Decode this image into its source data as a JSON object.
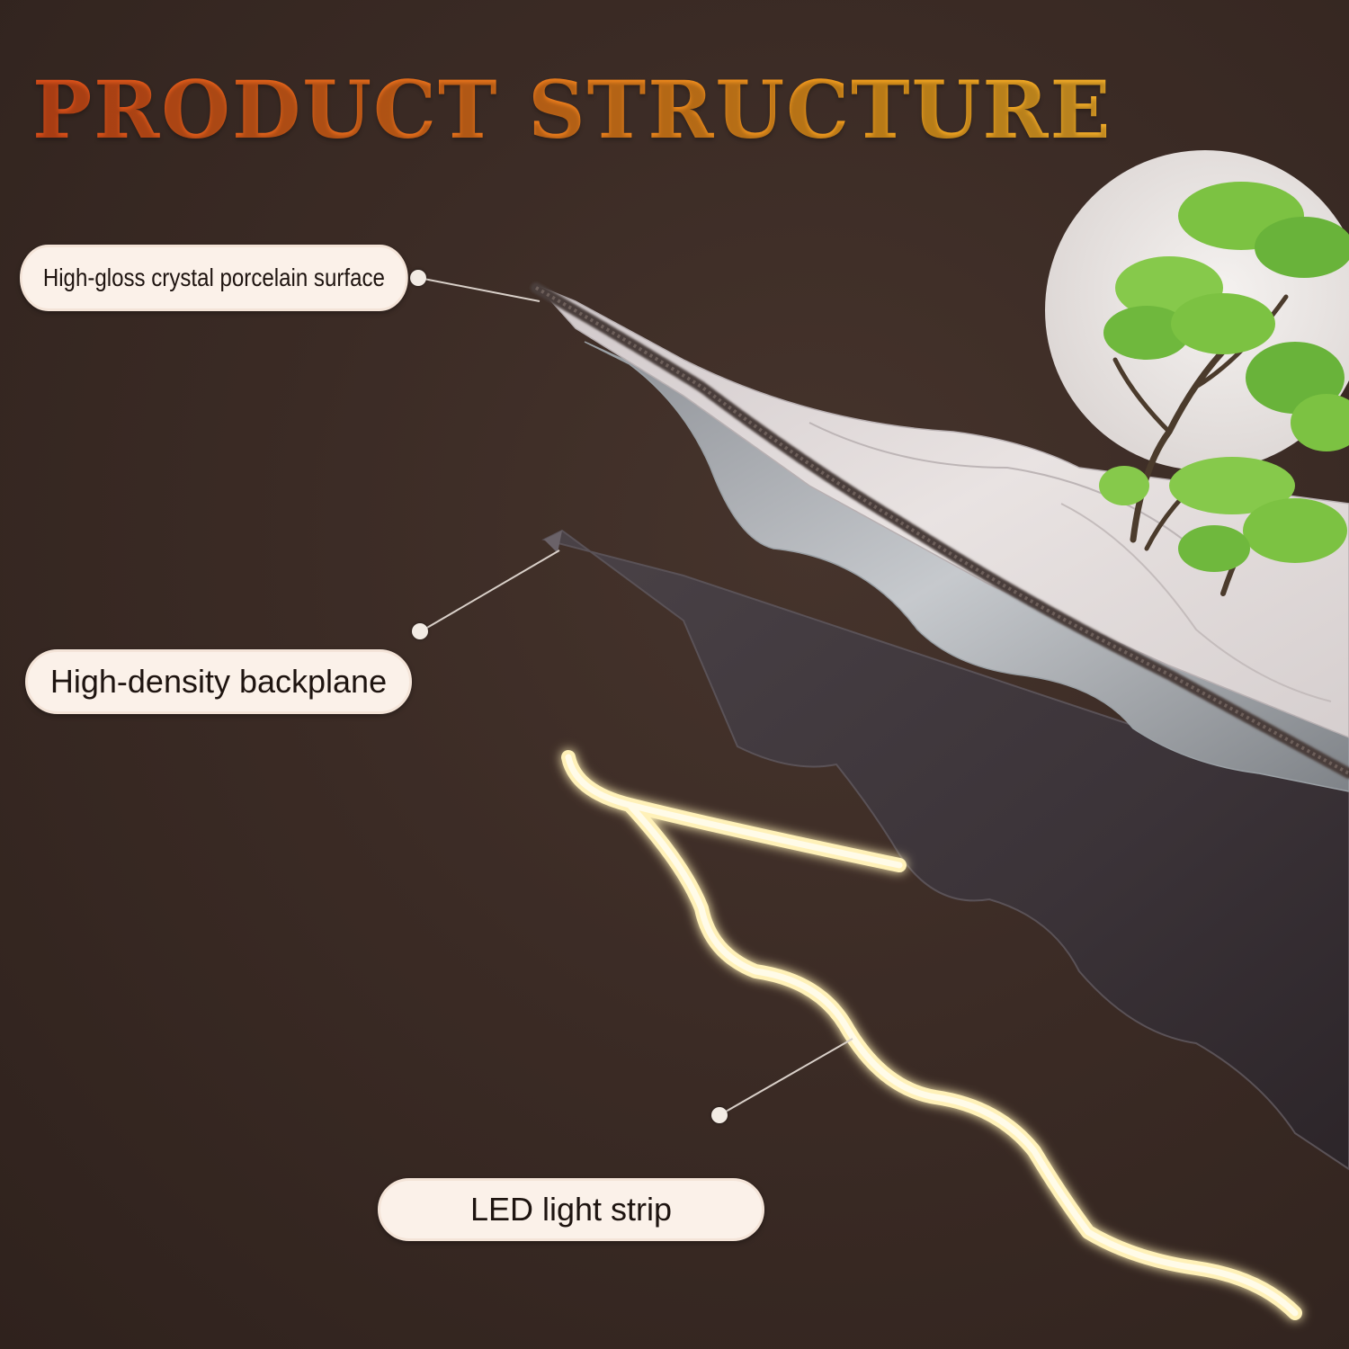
{
  "title": "PRODUCT STRUCTURE",
  "labels": {
    "surface": "High-gloss crystal porcelain surface",
    "backplane": "High-density backplane",
    "led": "LED light strip"
  },
  "colors": {
    "background": "#3b2b25",
    "title_start": "#e0501a",
    "title_end": "#f7b12a",
    "label_bg": "#fbf1e9",
    "led_glow": "#fff4c2",
    "tree_green": "#7cc242"
  }
}
